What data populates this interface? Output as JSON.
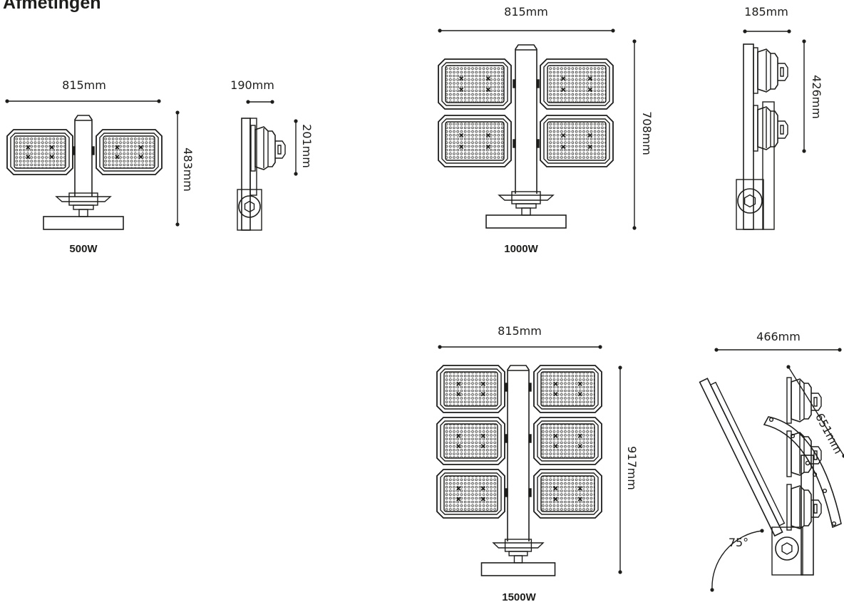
{
  "heading": "Afmetingen",
  "models": {
    "w500": {
      "label": "500W",
      "front_width": "815mm",
      "front_height": "483mm",
      "side_width": "190mm",
      "side_height": "201mm"
    },
    "w1000": {
      "label": "1000W",
      "front_width": "815mm",
      "front_height": "708mm",
      "side_width": "185mm",
      "side_height": "426mm"
    },
    "w1500": {
      "label": "1500W",
      "front_width": "815mm",
      "front_height": "917mm",
      "side_width": "466mm",
      "side_length": "651mm",
      "tilt_angle": "75°"
    }
  },
  "colors": {
    "line": "#1d1d1b",
    "background": "#ffffff"
  }
}
